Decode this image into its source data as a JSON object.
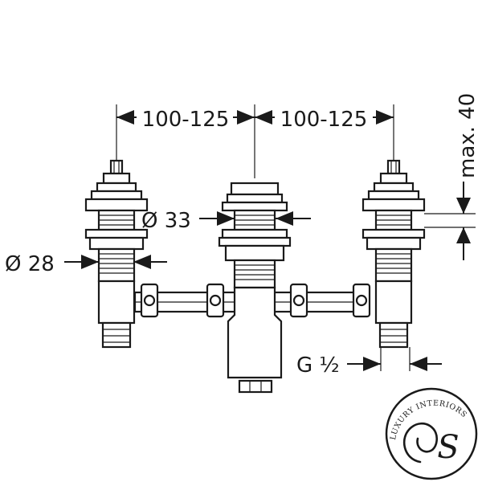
{
  "dimensions": {
    "span_left": "100-125",
    "span_right": "100-125",
    "max_height": "max. 40",
    "dia_center": "Ø 33",
    "dia_left": "Ø 28",
    "thread": "G ½"
  },
  "logo": {
    "text": "LUXURY INTERIORS",
    "monogram": "S"
  },
  "colors": {
    "ink": "#1a1a1a",
    "background": "#ffffff"
  }
}
